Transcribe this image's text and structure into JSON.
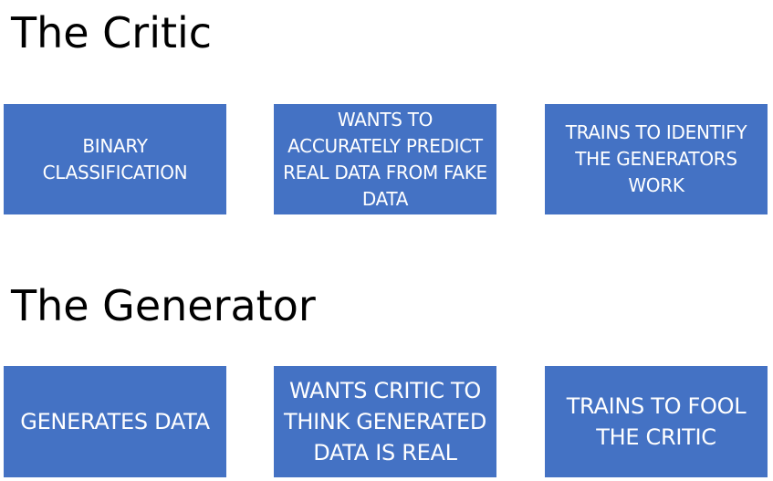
{
  "critic": {
    "title": "The Critic",
    "boxes": [
      {
        "label": "BINARY CLASSIFICATION"
      },
      {
        "label": "WANTS TO ACCURATELY PREDICT REAL DATA FROM FAKE DATA"
      },
      {
        "label": "TRAINS TO IDENTIFY THE GENERATORS WORK"
      }
    ]
  },
  "generator": {
    "title": "The Generator",
    "boxes": [
      {
        "label": "GENERATES DATA"
      },
      {
        "label": "WANTS CRITIC TO THINK GENERATED DATA IS REAL"
      },
      {
        "label": "TRAINS TO FOOL THE CRITIC"
      }
    ]
  },
  "colors": {
    "box_fill": "#4472C4",
    "box_text": "#ffffff",
    "title_text": "#000000"
  }
}
